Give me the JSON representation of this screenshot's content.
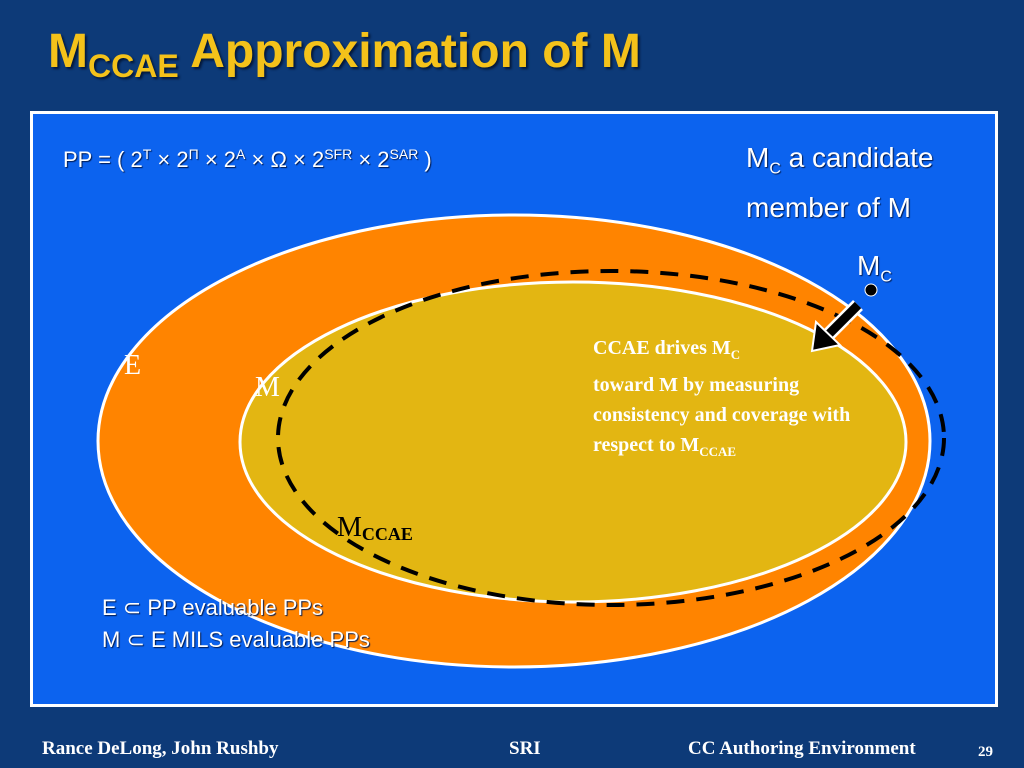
{
  "title": {
    "main": "M",
    "sub": "CCAE",
    "rest": " Approximation of M"
  },
  "formula": {
    "prefix": "PP = ( 2",
    "t1": "T",
    "x1": " × 2",
    "t2": "Π",
    "x2": " × 2",
    "t3": "A",
    "x3": " × ",
    "omega": "Ω",
    "x4": " × 2",
    "t4": "SFR",
    "x5": " × 2",
    "t5": "SAR",
    "suffix": " )"
  },
  "candidate": {
    "m": "M",
    "sub": "C",
    "rest": " a candidate member of M"
  },
  "mc_point": {
    "m": "M",
    "sub": "C"
  },
  "labels": {
    "e": "E",
    "m": "M",
    "mccae_m": "M",
    "mccae_sub": "CCAE"
  },
  "ccae_text": {
    "line1": "CCAE drives M",
    "line1_sub": "C",
    "line2": "toward M by measuring consistency and coverage with respect to M",
    "line2_sub": "CCAE"
  },
  "subset": {
    "line1": "E ⊂ PP  evaluable PPs",
    "line2": "M ⊂ E  MILS evaluable PPs"
  },
  "footer": {
    "authors": "Rance DeLong, John Rushby",
    "org": "SRI",
    "project": "CC Authoring Environment",
    "page": "29"
  },
  "colors": {
    "background": "#0d3a78",
    "panel": "#0c63ef",
    "title": "#f4c21a",
    "outer_ellipse": "#ff8400",
    "inner_ellipse": "#e3b612"
  }
}
